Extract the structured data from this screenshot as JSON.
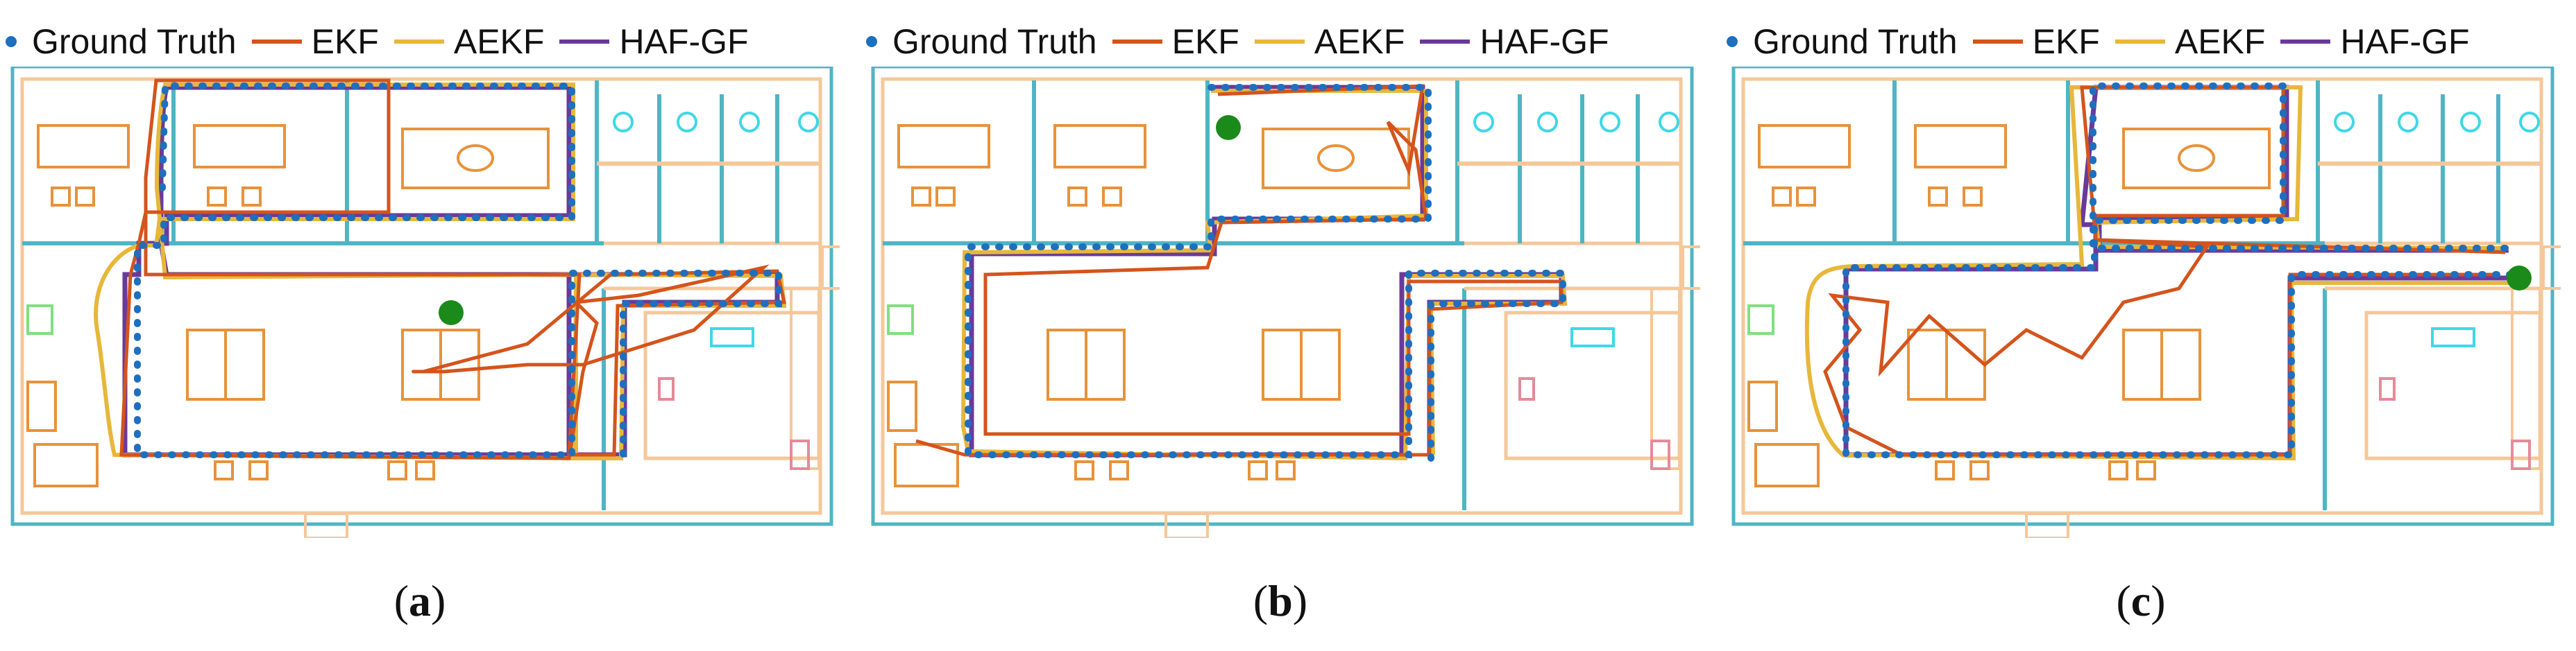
{
  "legend": [
    {
      "label": "Ground Truth",
      "color": "#1f6fbf",
      "marker": "dot"
    },
    {
      "label": "EKF",
      "color": "#d4541c",
      "marker": "line"
    },
    {
      "label": "AEKF",
      "color": "#e8b73a",
      "marker": "line"
    },
    {
      "label": "HAF-GF",
      "color": "#6a3a9a",
      "marker": "line"
    }
  ],
  "panels": [
    {
      "open": "(",
      "letter": "a",
      "close": ")"
    },
    {
      "open": "(",
      "letter": "b",
      "close": ")"
    },
    {
      "open": "(",
      "letter": "c",
      "close": ")"
    }
  ],
  "colors": {
    "wall": "#4fb5c4",
    "furniture": "#e8923a",
    "door_outline": "#f5c79a",
    "fixture_cyan": "#3fd8e6",
    "fixture_green": "#7fe07f",
    "fixture_pink": "#e58a9a",
    "start_marker": "#1a8a1a"
  }
}
